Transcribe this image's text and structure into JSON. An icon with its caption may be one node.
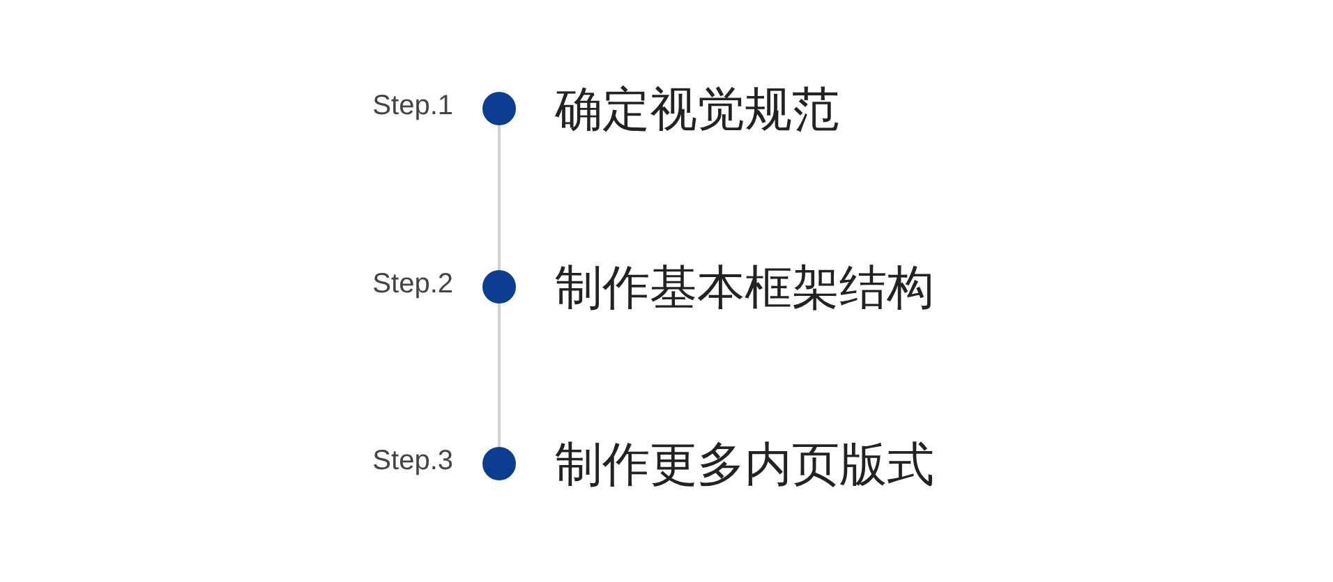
{
  "diagram": {
    "nodes": [
      {
        "text": [],
        "shape": "circle",
        "beside": [
          "Step.1",
          "确定视觉规范"
        ]
      },
      {
        "text": [],
        "shape": "circle",
        "beside": [
          "Step.2",
          "制作基本框架结构"
        ]
      },
      {
        "text": [],
        "shape": "circle",
        "beside": [
          "Step.3",
          "制作更多内页版式"
        ]
      }
    ],
    "edges": [
      {
        "from": 0,
        "to": 1,
        "arrow": "none"
      },
      {
        "from": 1,
        "to": 2,
        "arrow": "none"
      }
    ]
  }
}
